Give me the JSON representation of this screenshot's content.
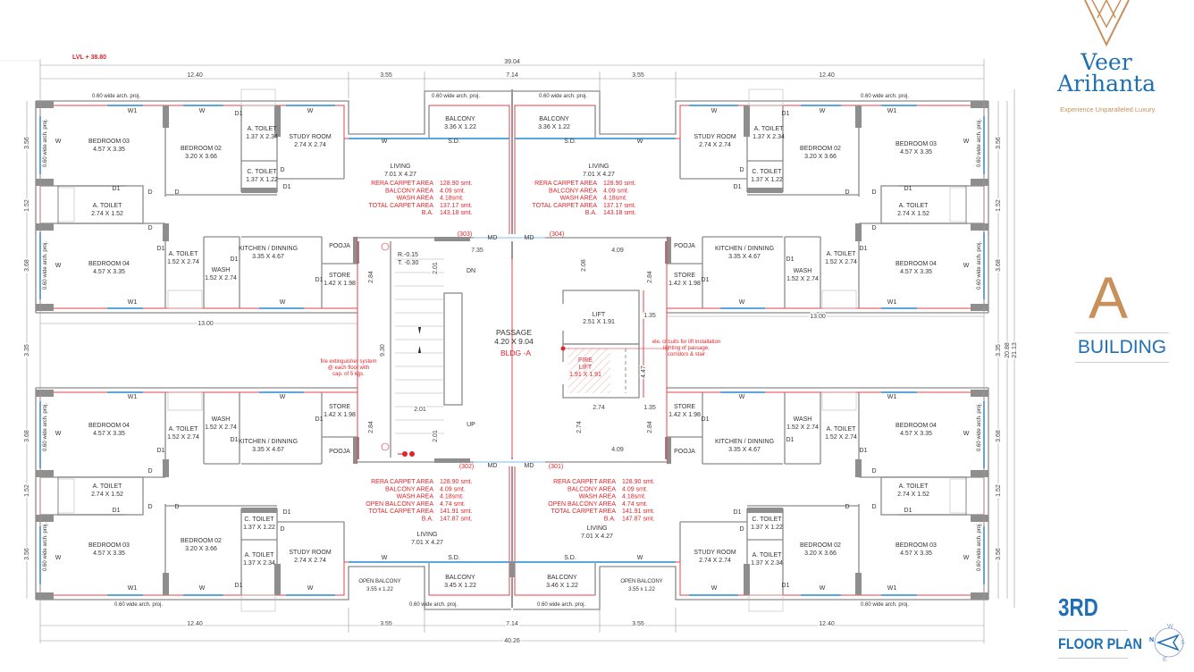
{
  "level_note": "LVL + 38.80",
  "rooms": [
    {
      "name": "BEDROOM 03",
      "size": "4.57 X 3.35"
    },
    {
      "name": "BEDROOM 02",
      "size": "3.20 X 3.66"
    },
    {
      "name": "A. TOILET",
      "size": "1.37 X 2.34"
    },
    {
      "name": "C. TOILET",
      "size": "1.37 X 1.22"
    },
    {
      "name": "STUDY ROOM",
      "size": "2.74 X 2.74"
    },
    {
      "name": "A. TOILET",
      "size": "2.74 X 1.52"
    },
    {
      "name": "BEDROOM 04",
      "size": "4.57 X 3.35"
    },
    {
      "name": "A. TOILET",
      "size": "1.52 X 2.74"
    },
    {
      "name": "WASH",
      "size": "1.52 X 2.74"
    },
    {
      "name": "KITCHEN / DINNING",
      "size": "3.35 X 4.67"
    },
    {
      "name": "POOJA",
      "size": ""
    },
    {
      "name": "STORE",
      "size": "1.42 X 1.98"
    },
    {
      "name": "BALCONY",
      "size": "3.36 X 1.22"
    },
    {
      "name": "LIVING",
      "size": "7.01 X 4.27"
    },
    {
      "name": "BALCONY",
      "size": "3.36 X 1.22"
    },
    {
      "name": "LIVING",
      "size": "7.01 X 4.27"
    },
    {
      "name": "STUDY ROOM",
      "size": "2.74 X 2.74"
    },
    {
      "name": "A. TOILET",
      "size": "1.37 X 2.34"
    },
    {
      "name": "C. TOILET",
      "size": "1.37 X 1.22"
    },
    {
      "name": "BEDROOM 02",
      "size": "3.20 X 3.66"
    },
    {
      "name": "BEDROOM 03",
      "size": "4.57 X 3.35"
    },
    {
      "name": "A. TOILET",
      "size": "2.74 X 1.52"
    },
    {
      "name": "KITCHEN / DINNING",
      "size": "3.35 X 4.67"
    },
    {
      "name": "POOJA",
      "size": ""
    },
    {
      "name": "STORE",
      "size": "1.42 X 1.98"
    },
    {
      "name": "WASH",
      "size": "1.52 X 2.74"
    },
    {
      "name": "A. TOILET",
      "size": "1.52 X 2.74"
    },
    {
      "name": "BEDROOM 04",
      "size": "4.57 X 3.35"
    },
    {
      "name": "BEDROOM 04",
      "size": "4.57 X 3.35"
    },
    {
      "name": "A. TOILET",
      "size": "1.52 X 2.74"
    },
    {
      "name": "WASH",
      "size": "1.52 X 2.74"
    },
    {
      "name": "KITCHEN / DINNING",
      "size": "3.35 X 4.67"
    },
    {
      "name": "STORE",
      "size": "1.42 X 1.98"
    },
    {
      "name": "POOJA",
      "size": ""
    },
    {
      "name": "A. TOILET",
      "size": "2.74 X 1.52"
    },
    {
      "name": "BEDROOM 03",
      "size": "4.57 X 3.35"
    },
    {
      "name": "BEDROOM 02",
      "size": "3.20 X 3.66"
    },
    {
      "name": "C. TOILET",
      "size": "1.37 X 1.22"
    },
    {
      "name": "A. TOILET",
      "size": "1.37 X 2.34"
    },
    {
      "name": "STUDY ROOM",
      "size": "2.74 X 2.74"
    },
    {
      "name": "LIVING",
      "size": "7.01 X 4.27"
    },
    {
      "name": "OPEN BALCONY",
      "size": "3.55 x 1.22"
    },
    {
      "name": "BALCONY",
      "size": "3.45 X 1.22"
    },
    {
      "name": "BALCONY",
      "size": "3.46 X 1.22"
    },
    {
      "name": "OPEN BALCONY",
      "size": "3.55 x 1.22"
    },
    {
      "name": "LIVING",
      "size": "7.01 X 4.27"
    },
    {
      "name": "STUDY ROOM",
      "size": "2.74 X 2.74"
    },
    {
      "name": "C. TOILET",
      "size": "1.37 X 1.22"
    },
    {
      "name": "A. TOILET",
      "size": "1.37 X 2.34"
    },
    {
      "name": "BEDROOM 02",
      "size": "3.20 X 3.66"
    },
    {
      "name": "BEDROOM 03",
      "size": "4.57 X 3.35"
    },
    {
      "name": "A. TOILET",
      "size": "2.74 X 1.52"
    },
    {
      "name": "KITCHEN / DINNING",
      "size": "3.35 X 4.67"
    },
    {
      "name": "STORE",
      "size": "1.42 X 1.98"
    },
    {
      "name": "POOJA",
      "size": ""
    },
    {
      "name": "WASH",
      "size": "1.52 X 2.74"
    },
    {
      "name": "A. TOILET",
      "size": "1.52 X 2.74"
    },
    {
      "name": "BEDROOM 04",
      "size": "4.57 X 3.35"
    }
  ],
  "area_statements": [
    {
      "unit": "303",
      "lines": [
        {
          "label": "RERA CARPET AREA",
          "value": "128.90 smt."
        },
        {
          "label": "BALCONY  AREA",
          "value": "4.09 smt."
        },
        {
          "label": "WASH  AREA",
          "value": "4.18smt."
        },
        {
          "label": "TOTAL CARPET AREA",
          "value": "137.17 smt."
        },
        {
          "label": "B.A.",
          "value": "143.18 smt."
        }
      ]
    },
    {
      "unit": "304",
      "lines": [
        {
          "label": "RERA CARPET AREA",
          "value": "128.90 smt."
        },
        {
          "label": "BALCONY  AREA",
          "value": "4.09 smt."
        },
        {
          "label": "WASH  AREA",
          "value": "4.18smt."
        },
        {
          "label": "TOTAL CARPET AREA",
          "value": "137.17 smt."
        },
        {
          "label": "B.A.",
          "value": "143.18 smt."
        }
      ]
    },
    {
      "unit": "302",
      "lines": [
        {
          "label": "RERA CARPET AREA",
          "value": "128.90 smt."
        },
        {
          "label": "BALCONY  AREA",
          "value": "4.09 smt."
        },
        {
          "label": "WASH  AREA",
          "value": "4.18smt."
        },
        {
          "label": "OPEN BALCONY AREA",
          "value": "4.74 smt."
        },
        {
          "label": "TOTAL CARPET AREA",
          "value": "141.91 smt."
        },
        {
          "label": "B.A.",
          "value": "147.87 smt."
        }
      ]
    },
    {
      "unit": "301",
      "lines": [
        {
          "label": "RERA CARPET AREA",
          "value": "128.90 smt."
        },
        {
          "label": "BALCONY  AREA",
          "value": "4.09 smt."
        },
        {
          "label": "WASH  AREA",
          "value": "4.18smt."
        },
        {
          "label": "OPEN BALCONY AREA",
          "value": "4.74 smt."
        },
        {
          "label": "TOTAL CARPET AREA",
          "value": "141.91 smt."
        },
        {
          "label": "B.A.",
          "value": "147.87 smt."
        }
      ]
    }
  ],
  "dimensions": [
    "39.04",
    "12.40",
    "3.55",
    "7.14",
    "3.55",
    "12.40",
    "40.26",
    "12.40",
    "3.55",
    "7.14",
    "3.55",
    "12.40",
    "13.00",
    "13.00",
    "3.56",
    "1.52",
    "3.68",
    "3.35",
    "3.68",
    "1.52",
    "3.56",
    "3.56",
    "1.52",
    "3.68",
    "3.35",
    "3.68",
    "1.52",
    "3.56",
    "20.88",
    "21.13",
    "7.35",
    "4.09",
    "2.84",
    "2.84",
    "2.08",
    "1.35",
    "9.30",
    "2.01",
    "2.01",
    "2.01",
    "4.47",
    "2.74",
    "1.35",
    "2.74",
    "2.84",
    "2.84",
    "4.09"
  ],
  "arch_projection": "0.60 wide  arch. proj.",
  "openings": {
    "W": "W",
    "W1": "W1",
    "D": "D",
    "D1": "D1",
    "SD": "S.D.",
    "MD": "MD"
  },
  "core": {
    "passage_name": "PASSAGE",
    "passage_size": "4.20 X 9.04",
    "building_tag": "BLDG -A",
    "lift_name": "LIFT",
    "lift_size": "2.51 X 1.91",
    "fire_lift_name1": "FIRE",
    "fire_lift_name2": "LIFT",
    "fire_lift_size": "1.91 X 1.91",
    "riser": "R.-0.15",
    "tread": "T. -0.30",
    "down": "DN",
    "up": "UP",
    "unit_numbers": [
      "(303)",
      "(304)",
      "(302)",
      "(301)"
    ],
    "fire_note": [
      "fire extinguisher system",
      "@ each floor with",
      "cap. of 5 kgs."
    ],
    "lift_note": [
      "ele. circuits for lift installation",
      "lighting of passage,",
      "corridors & stair"
    ]
  },
  "branding": {
    "name_line1": "Veer",
    "name_line2": "Arihanta",
    "tagline": "Experience Unparalleled Luxury.",
    "building_letter": "A",
    "building_label": "BUILDING",
    "floor": "3RD",
    "plan_label": "FLOOR PLAN",
    "compass": {
      "n": "N",
      "e": "E",
      "s": "S",
      "w": "W"
    }
  },
  "colors": {
    "wall": "#8a8a8a",
    "boundary": "#e8404a",
    "window": "#5aa7e0",
    "note": "#e0242b",
    "brand_blue": "#1f6fb5",
    "brand_gold": "#c8905a"
  }
}
